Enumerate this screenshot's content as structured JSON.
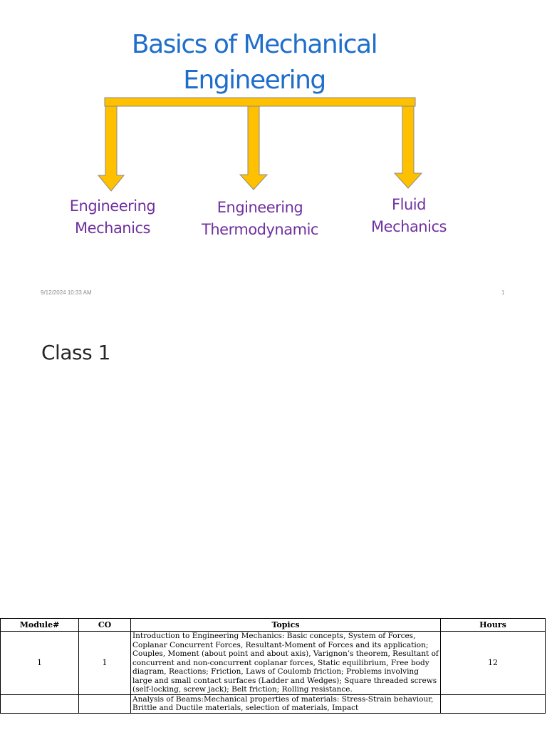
{
  "slide1": {
    "title_line1": "Basics of Mechanical",
    "title_line2": "Engineering",
    "branches": [
      {
        "line1": "Engineering",
        "line2": "Mechanics"
      },
      {
        "line1": "Engineering",
        "line2": "Thermodynamic"
      },
      {
        "line1": "Fluid",
        "line2": "Mechanics"
      }
    ],
    "footer_date": "9/12/2024 10:33 AM",
    "footer_page": "1",
    "colors": {
      "title": "#1f6ecb",
      "branch_text": "#7030a0",
      "arrow_fill": "#ffc000",
      "arrow_stroke": "#8a8a8a"
    }
  },
  "slide2": {
    "title": "Class 1"
  },
  "table": {
    "headers": [
      "Module#",
      "CO",
      "Topics",
      "Hours"
    ],
    "rows": [
      {
        "module": "1",
        "co": "1",
        "topics": "Introduction to Engineering Mechanics: Basic concepts, System of Forces, Coplanar Concurrent Forces, Resultant-Moment of Forces and its application; Couples, Moment (about point and about axis), Varignon’s theorem, Resultant of concurrent and non-concurrent coplanar forces, Static equilibrium, Free body diagram, Reactions; Friction, Laws of Coulomb friction; Problems involving large and small contact surfaces (Ladder and Wedges); Square threaded screws (self-locking, screw jack); Belt friction; Rolling resistance.",
        "hours": "12"
      },
      {
        "module": "",
        "co": "",
        "topics": "Analysis of Beams:Mechanical properties of materials: Stress-Strain behaviour, Brittle and Ductile materials, selection of materials, Impact",
        "hours": ""
      }
    ]
  }
}
